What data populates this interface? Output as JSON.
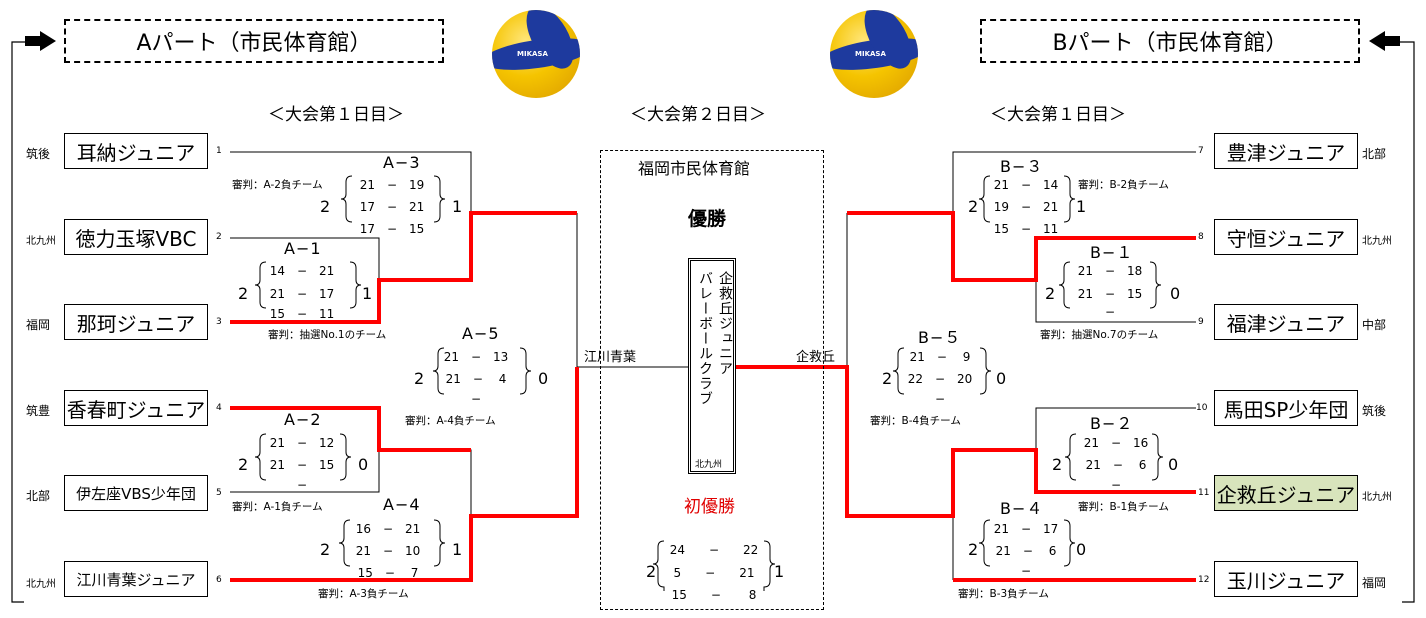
{
  "headers": {
    "a_part": "Aパート（市民体育館）",
    "b_part": "Bパート（市民体育館）",
    "day1_left": "＜大会第１日目＞",
    "day2": "＜大会第２日目＞",
    "day1_right": "＜大会第１日目＞"
  },
  "ball_logo": "MIKASA",
  "teams": {
    "t1": {
      "name": "耳納ジュニア",
      "region": "筑後",
      "seed": "1"
    },
    "t2": {
      "name": "徳力玉塚VBC",
      "region": "北九州",
      "seed": "2"
    },
    "t3": {
      "name": "那珂ジュニア",
      "region": "福岡",
      "seed": "3"
    },
    "t4": {
      "name": "香春町ジュニア",
      "region": "筑豊",
      "seed": "4"
    },
    "t5": {
      "name": "伊左座VBS少年団",
      "region": "北部",
      "seed": "5"
    },
    "t6": {
      "name": "江川青葉ジュニア",
      "region": "北九州",
      "seed": "6"
    },
    "t7": {
      "name": "豊津ジュニア",
      "region": "北部",
      "seed": "7"
    },
    "t8": {
      "name": "守恒ジュニア",
      "region": "北九州",
      "seed": "8"
    },
    "t9": {
      "name": "福津ジュニア",
      "region": "中部",
      "seed": "9"
    },
    "t10": {
      "name": "馬田SP少年団",
      "region": "筑後",
      "seed": "10"
    },
    "t11": {
      "name": "企救丘ジュニア",
      "region": "北九州",
      "seed": "11"
    },
    "t12": {
      "name": "玉川ジュニア",
      "region": "福岡",
      "seed": "12"
    }
  },
  "matches": {
    "a3": {
      "label": "A−3",
      "referee": "審判：A-2負チーム",
      "sets": [
        "21　−　19",
        "17　−　21",
        "17　−　15"
      ],
      "left_total": "2",
      "right_total": "1"
    },
    "a1": {
      "label": "A−1",
      "referee": "審判：抽選No.1のチーム",
      "sets": [
        "14　−　21",
        "21　−　17",
        "15　−　11"
      ],
      "left_total": "2",
      "right_total": "1"
    },
    "a5": {
      "label": "A−5",
      "referee": "審判：A-4負チーム",
      "sets": [
        "21　−　13",
        "21　−　 4",
        "−"
      ],
      "left_total": "2",
      "right_total": "0"
    },
    "a2": {
      "label": "A−2",
      "referee": "審判：A-1負チーム",
      "sets": [
        "21　−　12",
        "21　−　15",
        "−"
      ],
      "left_total": "2",
      "right_total": "0"
    },
    "a4": {
      "label": "A−4",
      "referee": "審判：A-3負チーム",
      "sets": [
        "16　−　21",
        "21　−　10",
        "15　−　 7"
      ],
      "left_total": "2",
      "right_total": "1"
    },
    "b3": {
      "label": "B−３",
      "referee": "審判：B-2負チーム",
      "sets": [
        "21　−　14",
        "19　−　21",
        "15　−　11"
      ],
      "left_total": "2",
      "right_total": "1"
    },
    "b1": {
      "label": "B−１",
      "referee": "審判：抽選No.7のチーム",
      "sets": [
        "21　−　18",
        "21　−　15",
        "−"
      ],
      "left_total": "2",
      "right_total": "0"
    },
    "b5": {
      "label": "B−５",
      "referee": "審判：B-4負チーム",
      "sets": [
        "21　−　 9",
        "22　−　20",
        "−"
      ],
      "left_total": "2",
      "right_total": "0"
    },
    "b2": {
      "label": "B−２",
      "referee": "審判：B-1負チーム",
      "sets": [
        "21　−　16",
        "21　−　 6",
        "−"
      ],
      "left_total": "2",
      "right_total": "0"
    },
    "b4": {
      "label": "B−４",
      "referee": "審判：B-3負チーム",
      "sets": [
        "21　−　17",
        "21　−　 6",
        "−"
      ],
      "left_total": "2",
      "right_total": "0"
    }
  },
  "final": {
    "venue": "福岡市民体育館",
    "winner_label": "優勝",
    "champion_line1": "企救丘ジュニア",
    "champion_line2": "バレーボールクラブ",
    "champion_region": "北九州",
    "first_title": "初優勝",
    "left_finalist": "江川青葉",
    "right_finalist": "企救丘",
    "sets": [
      "24　　−　　22",
      "5　　−　　21",
      "15　　−　　 8"
    ],
    "left_total": "2",
    "right_total": "1"
  },
  "colors": {
    "winner_line": "#ff0000",
    "line": "#000000",
    "highlight": "#d8e4bc",
    "title_red": "#e00000"
  }
}
